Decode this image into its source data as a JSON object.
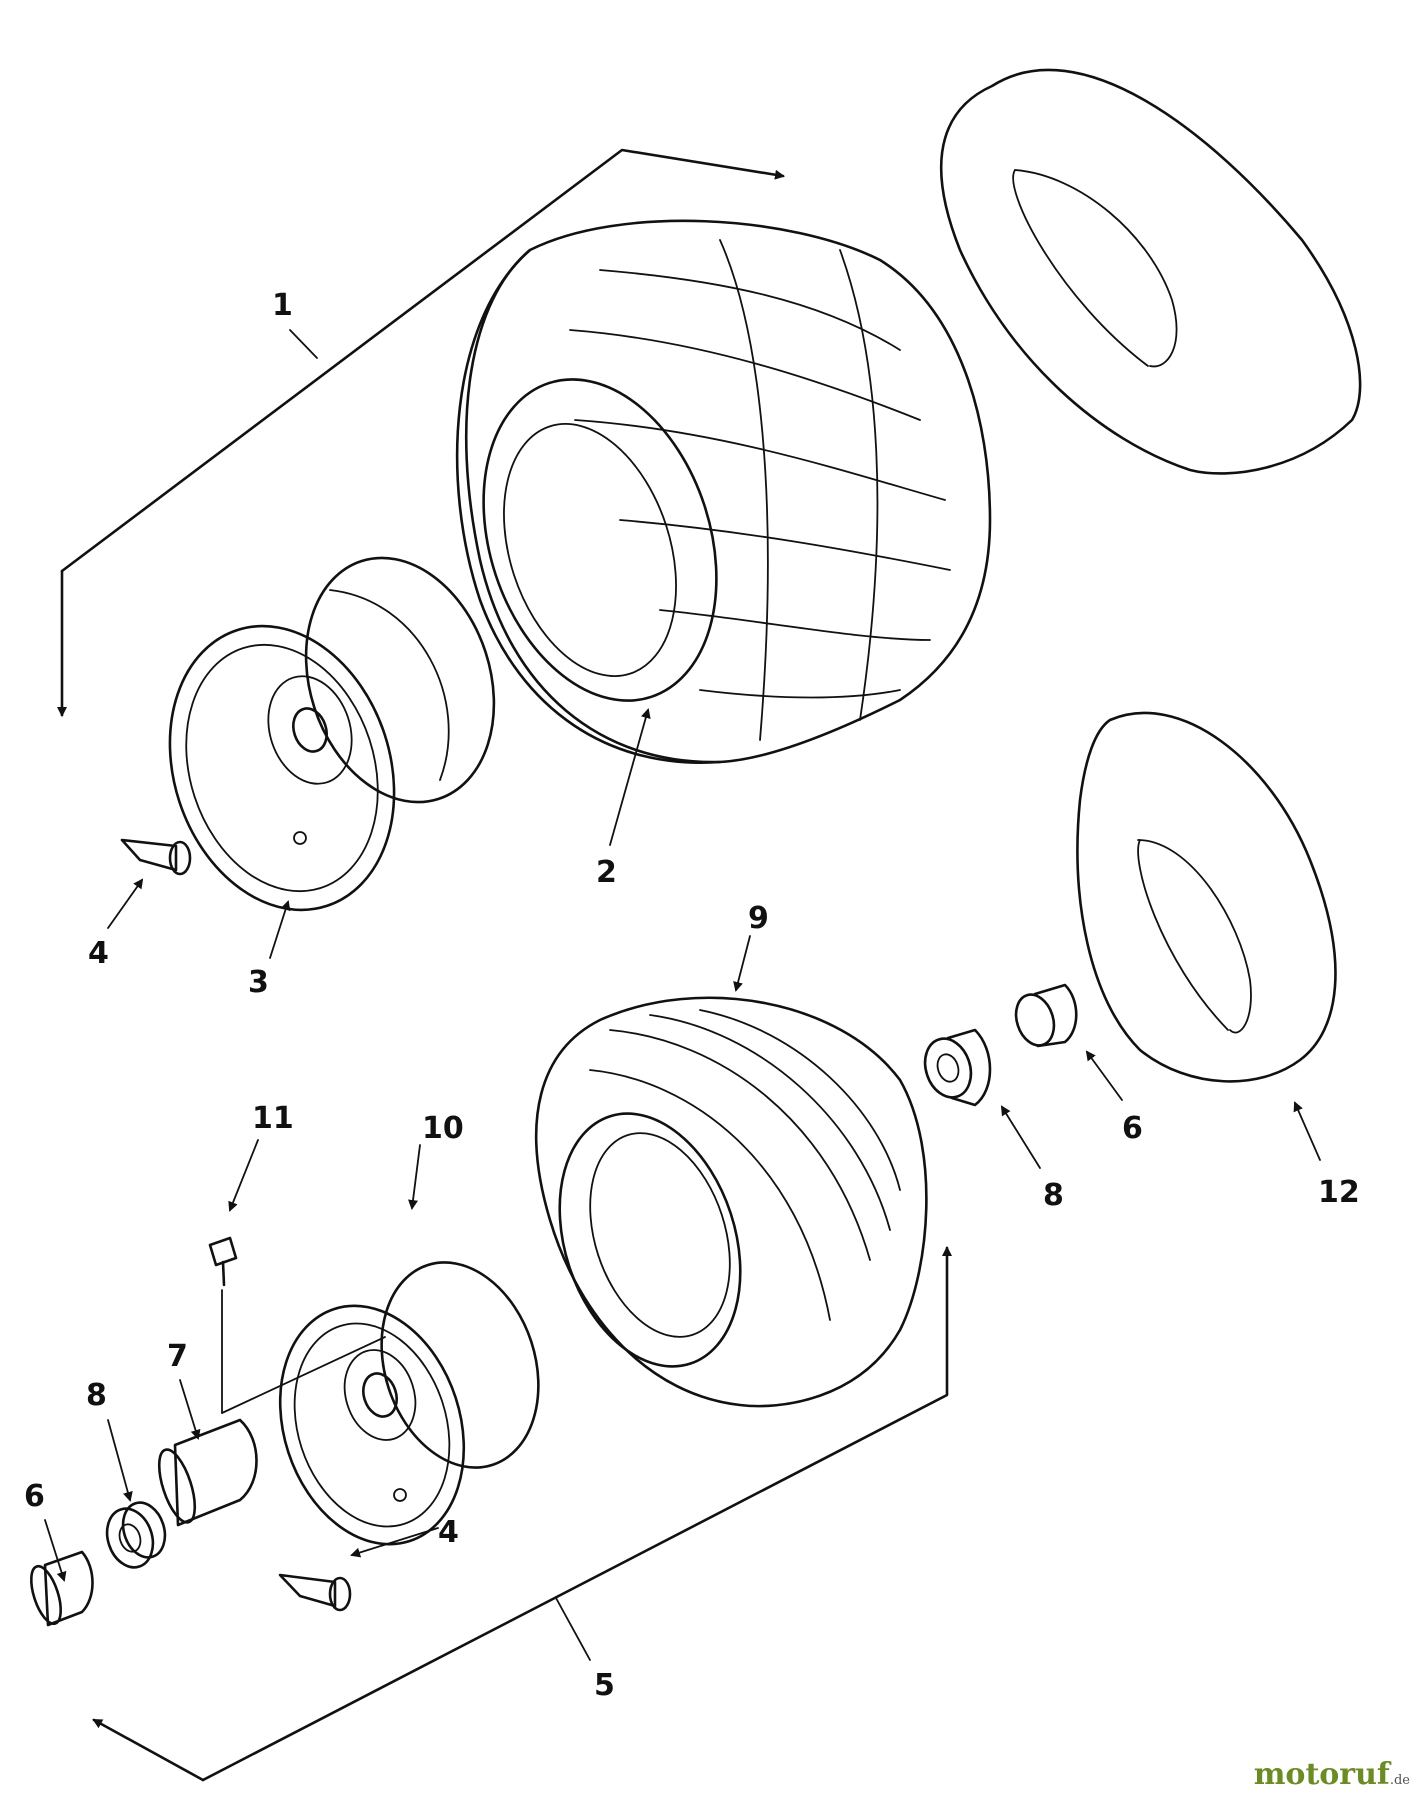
{
  "diagram": {
    "callouts": {
      "c1": "1",
      "c2": "2",
      "c3": "3",
      "c4a": "4",
      "c4b": "4",
      "c5": "5",
      "c6a": "6",
      "c6b": "6",
      "c7": "7",
      "c8a": "8",
      "c8b": "8",
      "c9": "9",
      "c10": "10",
      "c11": "11",
      "c12": "12"
    }
  },
  "watermark": {
    "brand": "motoruf",
    "tld": ".de"
  },
  "colors": {
    "line": "#111111",
    "watermark": "#6b8b24"
  }
}
